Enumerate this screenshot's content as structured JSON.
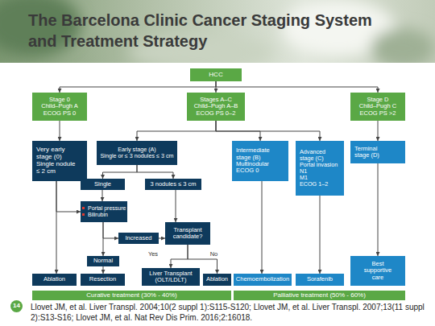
{
  "diagram": {
    "title": "The Barcelona Clinic Cancer Staging System and Treatment Strategy",
    "nodes": [
      {
        "text": [
          "HCC"
        ]
      },
      {
        "text": [
          "Stage 0",
          "Child–Pugh A",
          "ECOG PS 0"
        ]
      },
      {
        "text": [
          "Stages A–C",
          "Child–Pugh A–B",
          "ECOG PS 0–2"
        ]
      },
      {
        "text": [
          "Stage D",
          "Child–Pugh C",
          "ECOG PS >2"
        ]
      },
      {
        "text": [
          "Very early stage (0)",
          "Single nodule ≤ 2 cm"
        ]
      },
      {
        "text": [
          "Early stage (A)",
          "Single or ≤ 3 nodules ≤ 3 cm"
        ]
      },
      {
        "text": [
          "Intermediate stage (B)",
          "Multinodular",
          "ECOG 0"
        ]
      },
      {
        "text": [
          "Advanced stage (C)",
          "Portal invasion",
          "N1",
          "M1",
          "ECOG 1–2"
        ]
      },
      {
        "text": [
          "Terminal stage (D)"
        ]
      },
      {
        "text": [
          "Single"
        ]
      },
      {
        "text": [
          "3 nodules ≤ 3 cm"
        ]
      },
      {
        "text": [
          "Portal pressure",
          "Bilirubin"
        ]
      },
      {
        "text": [
          "Increased"
        ]
      },
      {
        "text": [
          "Transplant candidate?"
        ]
      },
      {
        "text": [
          "Normal"
        ]
      },
      {
        "text": [
          "Ablation"
        ]
      },
      {
        "text": [
          "Resection"
        ]
      },
      {
        "text": [
          "Liver Transplant (OLT/LDLT)"
        ]
      },
      {
        "text": [
          "Ablation"
        ]
      },
      {
        "text": [
          "Chemoembolization"
        ]
      },
      {
        "text": [
          "Sorafenib"
        ]
      },
      {
        "text": [
          "Best supportive care"
        ]
      },
      {
        "text": [
          "Curative treatment (30% - 40%)"
        ]
      },
      {
        "text": [
          "Palliative treatment (50% - 60%)"
        ]
      },
      {
        "text": [
          "14"
        ]
      }
    ],
    "edges": [
      {
        "from": 0,
        "to": 1,
        "arrow": "to"
      },
      {
        "from": 0,
        "to": 2,
        "arrow": "to"
      },
      {
        "from": 0,
        "to": 3,
        "arrow": "to"
      },
      {
        "from": 1,
        "to": 4,
        "arrow": "to"
      },
      {
        "from": 2,
        "to": 5,
        "arrow": "to"
      },
      {
        "from": 2,
        "to": 6,
        "arrow": "to"
      },
      {
        "from": 2,
        "to": 7,
        "arrow": "to"
      },
      {
        "from": 3,
        "to": 8,
        "arrow": "to"
      },
      {
        "from": 4,
        "to": 15,
        "arrow": "to"
      },
      {
        "from": 4,
        "to": 11,
        "arrow": "to"
      },
      {
        "from": 5,
        "to": 9,
        "arrow": "to"
      },
      {
        "from": 5,
        "to": 10,
        "arrow": "to"
      },
      {
        "from": 9,
        "to": 11,
        "arrow": "to"
      },
      {
        "from": 10,
        "to": 13,
        "arrow": "to"
      },
      {
        "from": 11,
        "to": 12,
        "arrow": "to"
      },
      {
        "from": 11,
        "to": 14,
        "arrow": "to"
      },
      {
        "from": 12,
        "to": 13,
        "arrow": "to"
      },
      {
        "from": 14,
        "to": 16,
        "arrow": "to"
      },
      {
        "from": 13,
        "to": 17,
        "label": "Yes",
        "arrow": "to"
      },
      {
        "from": 13,
        "to": 18,
        "label": "No",
        "arrow": "to"
      },
      {
        "from": 6,
        "to": 19,
        "arrow": "to"
      },
      {
        "from": 7,
        "to": 20,
        "arrow": "to"
      },
      {
        "from": 8,
        "to": 21,
        "arrow": "to"
      }
    ],
    "labels": [
      "Llovet JM, et al. Liver Transpl. 2004;10(2 suppl 1):S115-S120; Llovet JM, et al. Liver Transpl. 2007;13(11 suppl 2):S13-S16; Llovet JM, et al. Nat Rev Dis Prim. 2016;2:16018."
    ]
  }
}
